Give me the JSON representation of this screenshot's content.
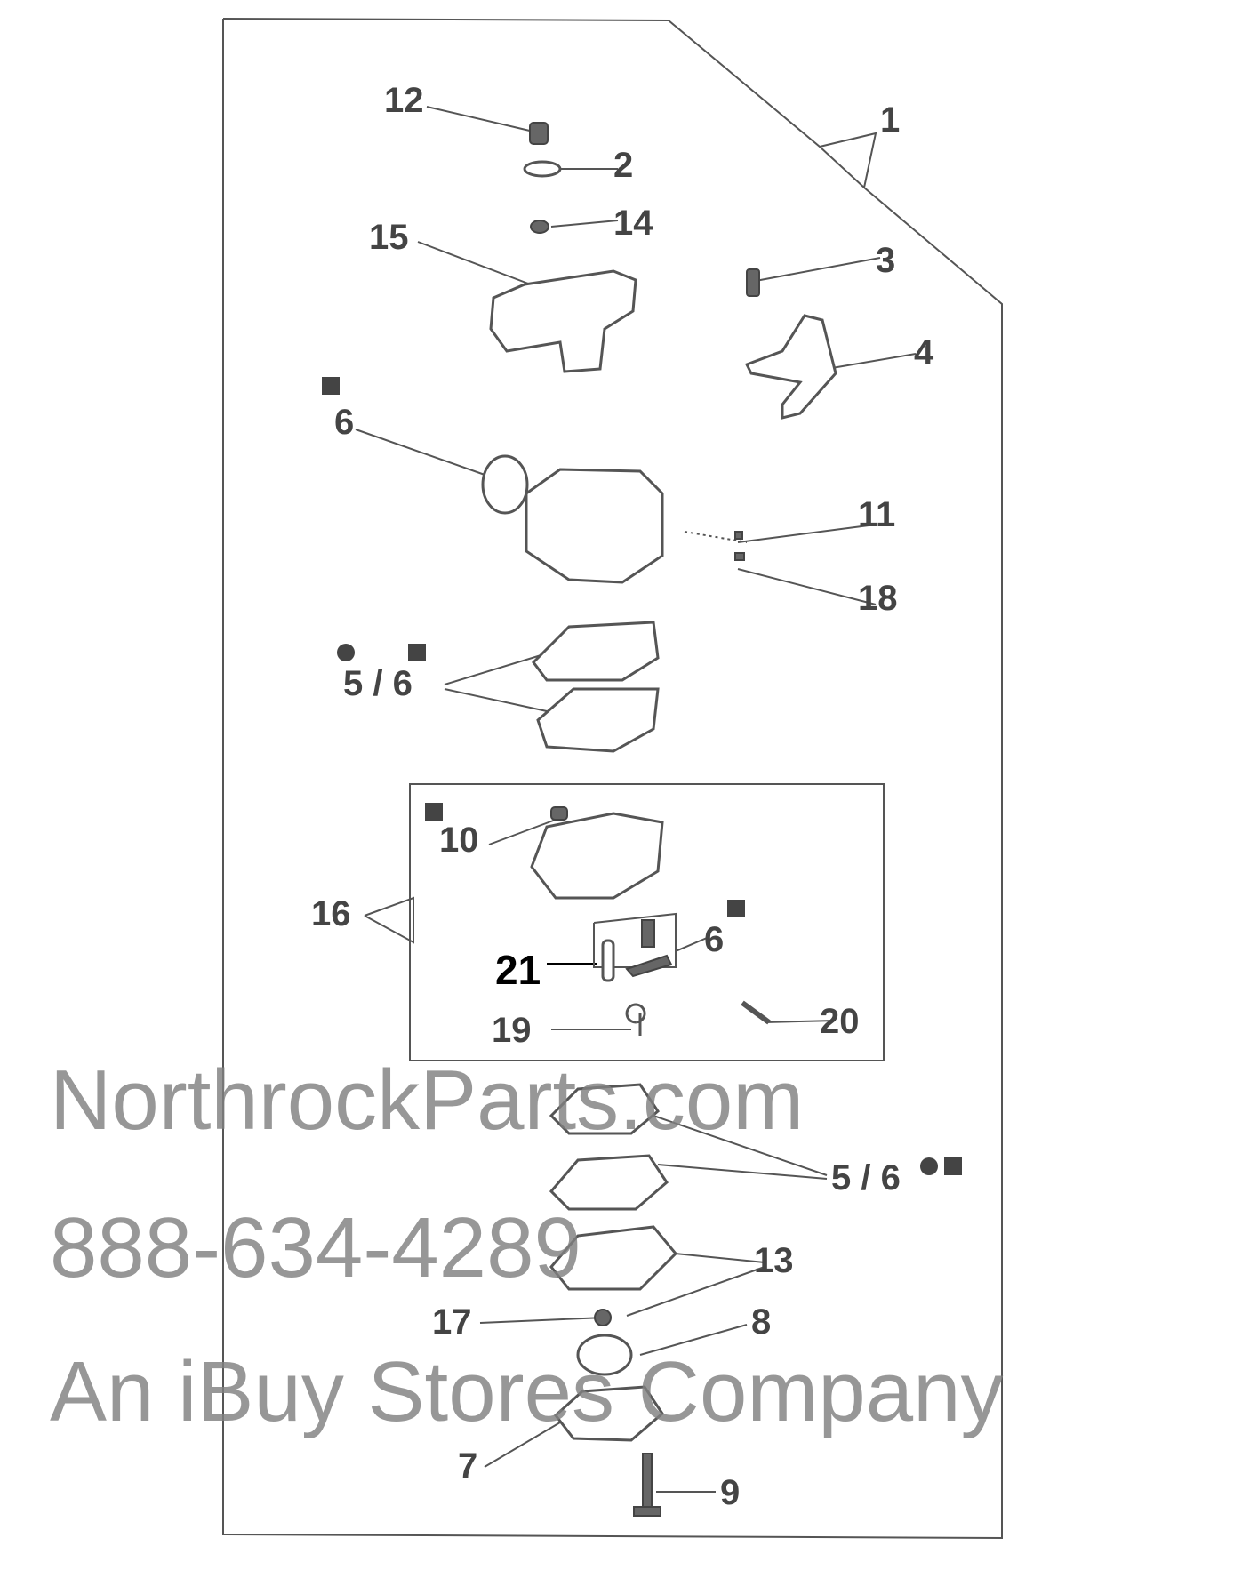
{
  "diagram": {
    "labels": {
      "p1": "1",
      "p2": "2",
      "p3": "3",
      "p4": "4",
      "p6a": "6",
      "p11": "11",
      "p18": "18",
      "p56a": "5 / 6",
      "p10": "10",
      "p16": "16",
      "p21": "21",
      "p6b": "6",
      "p19": "19",
      "p20": "20",
      "p56b": "5 / 6",
      "p13": "13",
      "p17": "17",
      "p8": "8",
      "p7": "7",
      "p9": "9",
      "p12": "12",
      "p14": "14",
      "p15": "15"
    },
    "legend_markers": {
      "square": "kit-part-square-icon",
      "circle": "kit-part-circle-icon"
    }
  },
  "watermark": {
    "line1": "NorthrockParts.com",
    "line2": "888-634-4289",
    "line3": "An iBuy Stores Company"
  }
}
